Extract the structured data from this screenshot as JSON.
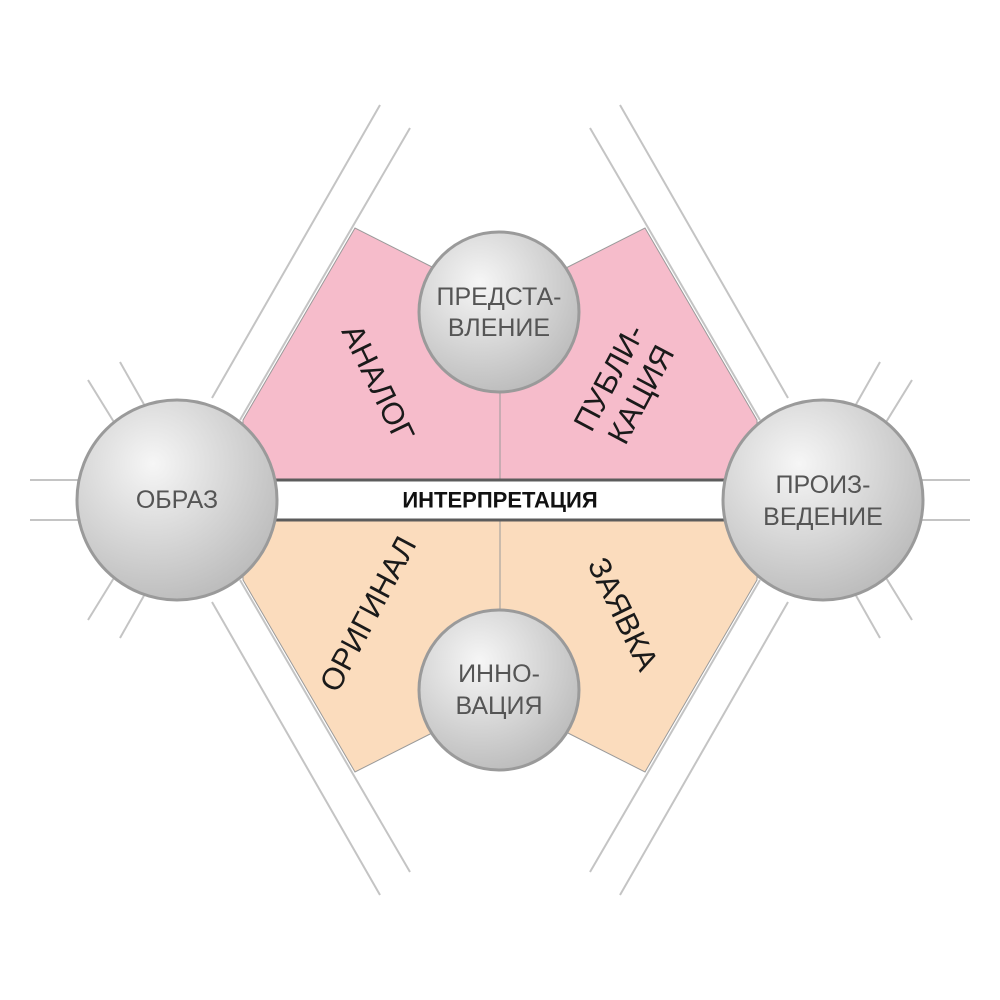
{
  "colors": {
    "top_fill": "#f6bccb",
    "bottom_fill": "#fbdcbd",
    "band_border": "#5c5c5c",
    "outline": "#c4c4c4",
    "node_fill_light": "#f6f6f6",
    "node_fill_dark": "#b9b9b9",
    "node_stroke": "#9a9a9a"
  },
  "band": {
    "label": "ИНТЕРПРЕТАЦИЯ"
  },
  "nodes": {
    "left": {
      "lines": [
        "ОБРАЗ"
      ]
    },
    "right": {
      "lines": [
        "ПРОИЗ-",
        "ВЕДЕНИЕ"
      ]
    },
    "top": {
      "lines": [
        "ПРЕДСТА-",
        "ВЛЕНИЕ"
      ]
    },
    "bottom": {
      "lines": [
        "ИННО-",
        "ВАЦИЯ"
      ]
    }
  },
  "sectors": {
    "top_left": {
      "lines": [
        "АНАЛОГ"
      ]
    },
    "top_right": {
      "lines": [
        "ПУБЛИ-",
        "КАЦИЯ"
      ]
    },
    "bottom_left": {
      "lines": [
        "ОРИГИНАЛ"
      ]
    },
    "bottom_right": {
      "lines": [
        "ЗАЯВКА"
      ]
    }
  }
}
